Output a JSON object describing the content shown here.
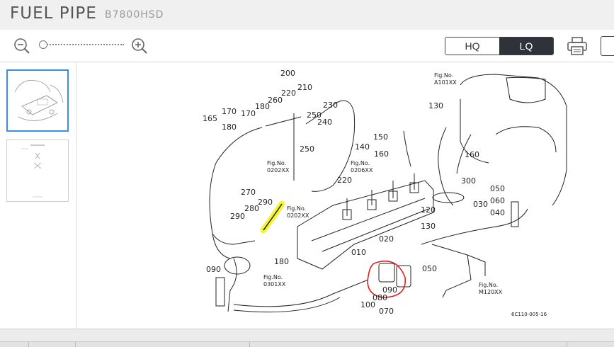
{
  "header": {
    "title": "FUEL PIPE",
    "model": "B7800HSD"
  },
  "toolbar": {
    "zoom_out_icon": "zoom-out-icon",
    "zoom_in_icon": "zoom-in-icon",
    "zoom_level": 0,
    "quality_options": [
      "HQ",
      "LQ"
    ],
    "quality_selected": "LQ",
    "print_icon": "printer-icon"
  },
  "thumbnails": [
    {
      "id": "page-1",
      "active": true
    },
    {
      "id": "page-2",
      "active": false
    }
  ],
  "diagram": {
    "part_numbers": [
      "200",
      "210",
      "220",
      "230",
      "240",
      "250",
      "260",
      "170",
      "180",
      "165",
      "150",
      "140",
      "160",
      "130",
      "270",
      "280",
      "290",
      "250",
      "220",
      "180",
      "010",
      "020",
      "050",
      "030",
      "040",
      "060",
      "050",
      "120",
      "130",
      "300",
      "160",
      "090",
      "100",
      "080",
      "070",
      "090"
    ],
    "refs": {
      "fig_a101": {
        "line1": "Fig.No.",
        "line2": "A101XX"
      },
      "fig_0202_a": {
        "line1": "Fig.No.",
        "line2": "0202XX"
      },
      "fig_0202_b": {
        "line1": "Fig.No.",
        "line2": "0202XX"
      },
      "fig_0206": {
        "line1": "Fig.No.",
        "line2": "0206XX"
      },
      "fig_0301": {
        "line1": "Fig.No.",
        "line2": "0301XX"
      },
      "fig_m120": {
        "line1": "Fig.No.",
        "line2": "M120XX"
      }
    },
    "drawing_code": "6C110-005-16",
    "labels": {
      "n200": "200",
      "n210": "210",
      "n220a": "220",
      "n230": "230",
      "n260": "260",
      "n180a": "180",
      "n170a": "170",
      "n170b": "170",
      "n165": "165",
      "n180b": "180",
      "n250a": "250",
      "n240": "240",
      "n250b": "250",
      "n150": "150",
      "n140": "140",
      "n160a": "160",
      "n220b": "220",
      "n130a": "130",
      "n160b": "160",
      "n300": "300",
      "n270": "270",
      "n290a": "290",
      "n280": "280",
      "n290b": "290",
      "n180c": "180",
      "n010": "010",
      "n020": "020",
      "n050a": "050",
      "n120": "120",
      "n130b": "130",
      "n050b": "050",
      "n060": "060",
      "n040": "040",
      "n030": "030",
      "n090a": "090",
      "n090b": "090",
      "n080": "080",
      "n100": "100",
      "n070": "070"
    }
  }
}
